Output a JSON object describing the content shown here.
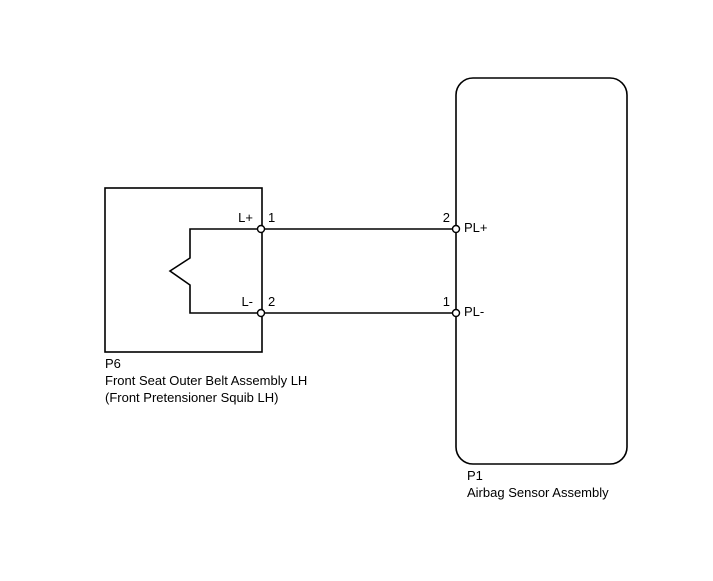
{
  "components": {
    "squib": {
      "code": "P6",
      "name": "Front Seat Outer Belt Assembly LH",
      "subname": "(Front Pretensioner Squib LH)",
      "terminals": [
        {
          "pin": "1",
          "signal": "L+"
        },
        {
          "pin": "2",
          "signal": "L-"
        }
      ]
    },
    "airbag_sensor": {
      "code": "P1",
      "name": "Airbag Sensor Assembly",
      "terminals": [
        {
          "pin": "2",
          "signal": "PL+"
        },
        {
          "pin": "1",
          "signal": "PL-"
        }
      ]
    }
  },
  "colors": {
    "line": "#000000",
    "background": "#ffffff"
  }
}
